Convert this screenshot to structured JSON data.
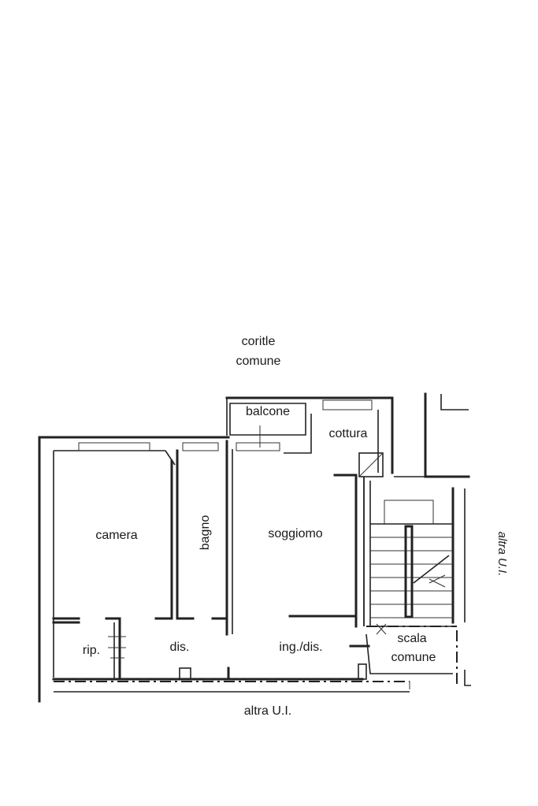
{
  "labels": {
    "cortile_line1": "coritle",
    "cortile_line2": "comune",
    "balcone": "balcone",
    "cottura": "cottura",
    "camera": "camera",
    "bagno": "bagno",
    "soggiorno": "soggiomo",
    "rip": "rip.",
    "dis": "dis.",
    "ing_dis": "ing./dis.",
    "scala_line1": "scala",
    "scala_line2": "comune",
    "altra_ui_right": "altra U.I.",
    "altra_ui_bottom": "altra U.I."
  },
  "colors": {
    "ink": "#222222",
    "paper": "#ffffff"
  }
}
